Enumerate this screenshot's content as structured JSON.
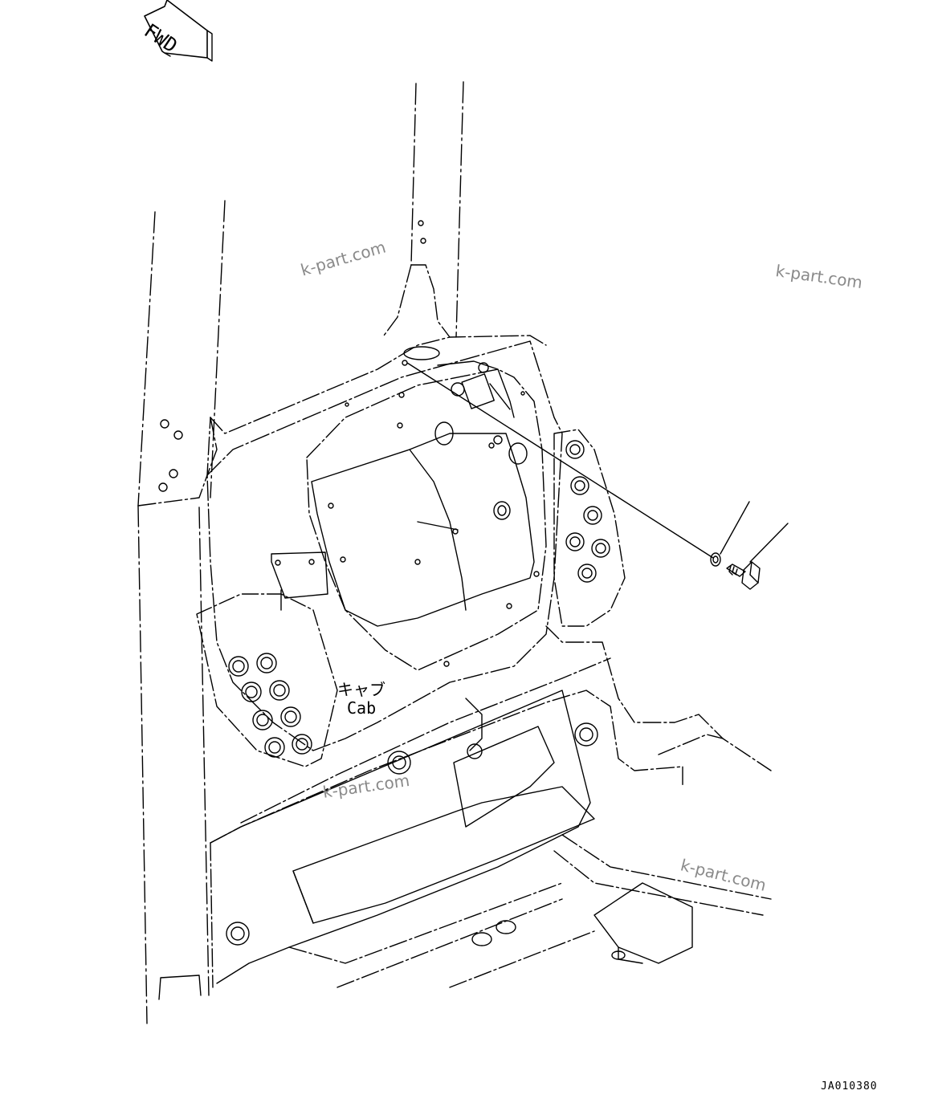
{
  "diagram": {
    "direction_arrow": {
      "label": "FWD",
      "icon": "fwd-arrow-icon"
    },
    "part_label": {
      "japanese": "キャブ",
      "english": "Cab"
    },
    "drawing_code": "JA010380",
    "watermarks": [
      "k-part.com",
      "k-part.com",
      "k-part.com",
      "k-part.com"
    ],
    "callouts": [
      {
        "part": "washer",
        "icon": "washer-icon"
      },
      {
        "part": "bolt",
        "icon": "bolt-icon"
      }
    ],
    "line_color": "#000000",
    "watermark_color": "#8a8a8a"
  }
}
